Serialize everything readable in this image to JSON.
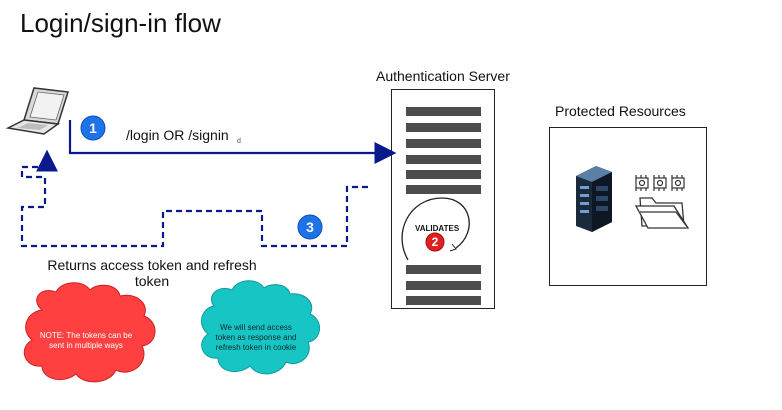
{
  "title": "Login/sign-in flow",
  "auth_server_label": "Authentication Server",
  "protected_label": "Protected Resources",
  "request_label": "/login  OR /signin",
  "request_sub": "d",
  "return_label": "Returns access token and refresh token",
  "validates_label": "VALIDATES",
  "steps": [
    "1",
    "2",
    "3"
  ],
  "note_cloud": "NOTE: The tokens can be sent in multiple ways",
  "send_cloud": "We will send access token as response and refresh token in cookie",
  "colors": {
    "step_blue": "#1e73e8",
    "step_red": "#e02020",
    "arrow": "#0a1a8c",
    "note_cloud": "#ff4040",
    "send_cloud": "#18c5c5"
  },
  "icons": [
    "laptop-icon",
    "server-rack-icon",
    "chip-icons",
    "folder-icon"
  ]
}
